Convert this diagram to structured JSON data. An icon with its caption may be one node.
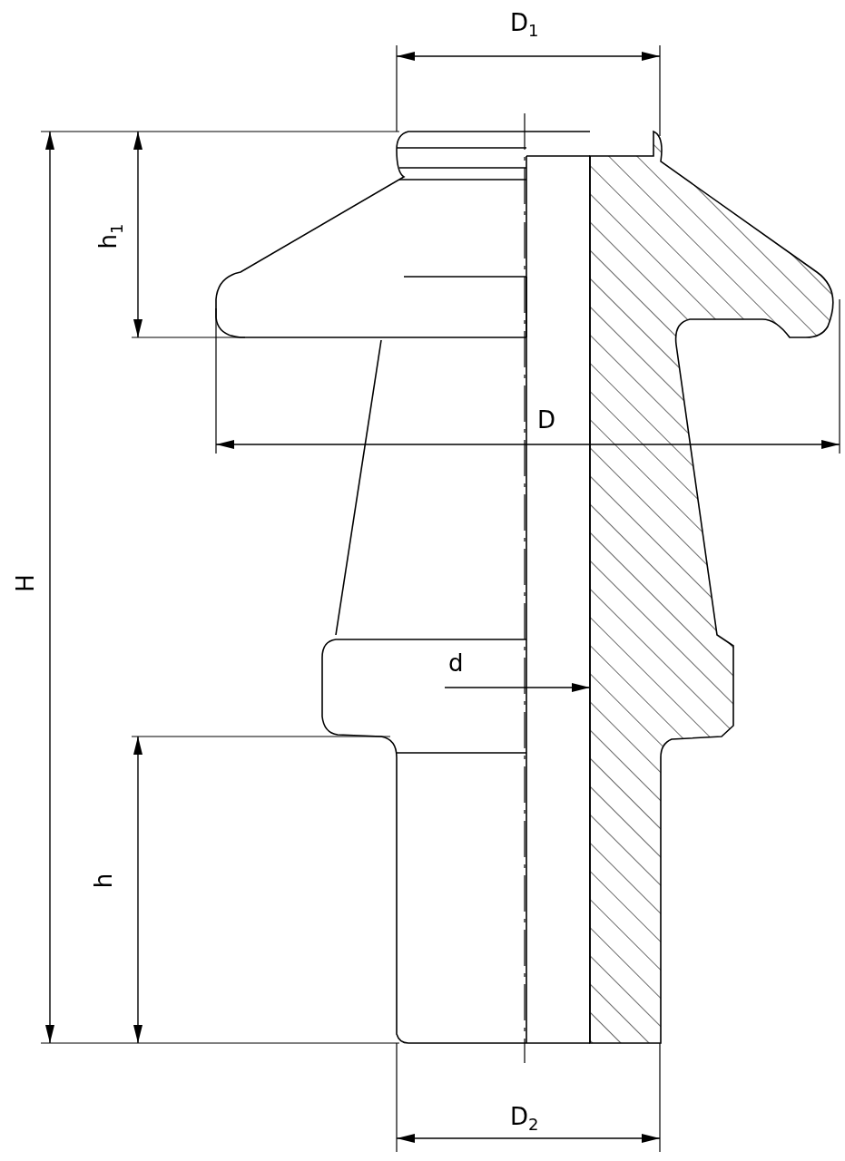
{
  "diagram": {
    "labels": [
      "D$_{1}$",
      "h$_{1}$",
      "D",
      "H",
      "d",
      "h",
      "D$_{2}$"
    ]
  }
}
